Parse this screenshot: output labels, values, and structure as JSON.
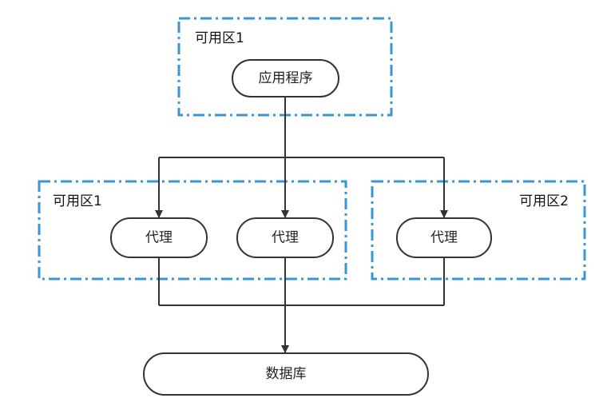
{
  "zones": {
    "top": {
      "label": "可用区1"
    },
    "left": {
      "label": "可用区1"
    },
    "right": {
      "label": "可用区2"
    }
  },
  "nodes": {
    "app": {
      "label": "应用程序"
    },
    "proxy1": {
      "label": "代理"
    },
    "proxy2": {
      "label": "代理"
    },
    "proxy3": {
      "label": "代理"
    },
    "database": {
      "label": "数据库"
    }
  },
  "colors": {
    "zone_border": "#3a97d6",
    "node_border": "#333333",
    "connector": "#333333"
  }
}
